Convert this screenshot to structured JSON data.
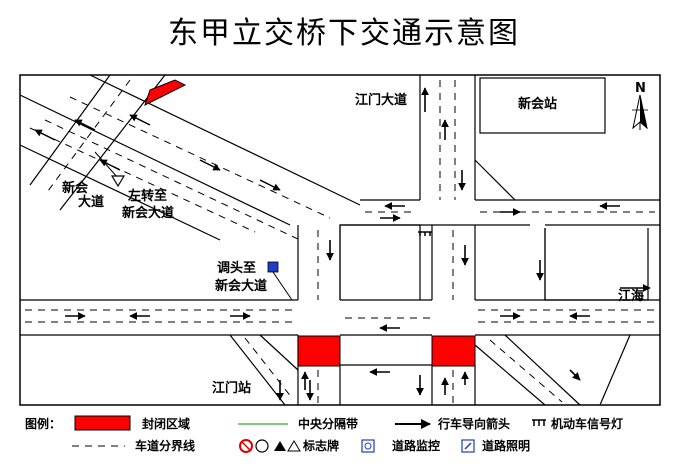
{
  "title": "东甲立交桥下交通示意图",
  "labels": {
    "jiangmen_dadao": "江门大道",
    "xinhui_zhan": "新会站",
    "north": "N",
    "xinhui_dadao_1": "新会",
    "xinhui_dadao_2": "大道",
    "left_turn_1": "左转至",
    "left_turn_2": "新会大道",
    "uturn_1": "调头至",
    "uturn_2": "新会大道",
    "jianghai": "江海",
    "jiangmen_zhan": "江门站"
  },
  "legend": {
    "title": "图例：",
    "closed_area": "封闭区域",
    "median": "中央分隔带",
    "arrow": "行车导向箭头",
    "signal": "机动车信号灯",
    "lane_line": "车道分界线",
    "signs": "标志牌",
    "monitor": "道路监控",
    "lighting": "道路照明"
  },
  "colors": {
    "closed_area": "#ff0000",
    "median": "#7fc97f",
    "road_line": "#000000",
    "sign_blue": "#1e3cc8"
  },
  "closed_areas": [
    "upper-left-ramp",
    "south-left-junction",
    "south-right-junction"
  ]
}
